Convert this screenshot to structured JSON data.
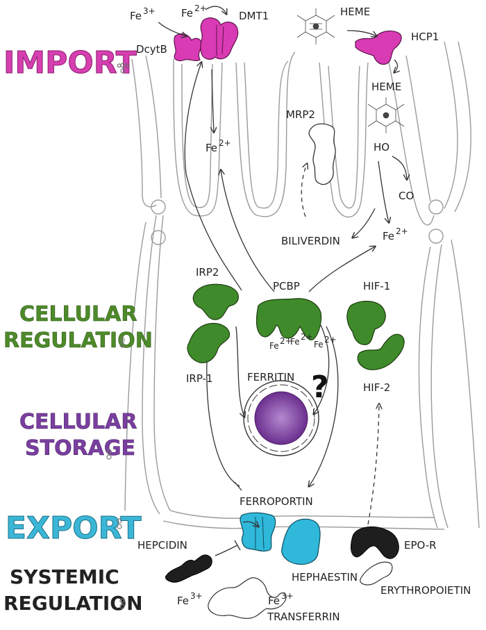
{
  "colors": {
    "import": "#d53fb0",
    "regulation": "#4e8a2a",
    "storage": "#7a3fa0",
    "export": "#3cb6d6",
    "systemic": "#222222",
    "protein_magenta": "#d93bb4",
    "protein_green": "#3f8a2a",
    "protein_cyan": "#2fb8da",
    "ferritin_core": "#7a3a9a",
    "black_protein": "#1e1e1e"
  },
  "sections": {
    "import": "IMPORT",
    "regulation_line1": "CELLULAR",
    "regulation_line2": "REGULATION",
    "storage_line1": "CELLULAR",
    "storage_line2": "STORAGE",
    "export": "EXPORT",
    "systemic_line1": "SYSTEMIC",
    "systemic_line2": "REGULATION"
  },
  "labels": {
    "fe3_top": "Fe",
    "fe3_top_sup": "3+",
    "fe2_top": "Fe",
    "fe2_top_sup": "2+",
    "dmt1": "DMT1",
    "dcytb": "DcytB",
    "heme_top": "HEME",
    "hcp1": "HCP1",
    "heme_mid": "HEME",
    "fe2_left": "Fe",
    "fe2_left_sup": "2+",
    "mrp2": "MRP2",
    "ho": "HO",
    "co": "CO",
    "biliverdin": "BILIVERDIN",
    "fe2_right": "Fe",
    "fe2_right_sup": "2+",
    "irp2": "IRP2",
    "pcbp": "PCBP",
    "hif1": "HIF-1",
    "pcbp_fe1": "Fe",
    "pcbp_fe2": "Fe",
    "pcbp_fe3": "Fe",
    "pcbp_fe_sup": "2+",
    "irp1": "IRP-1",
    "ferritin": "FERRITIN",
    "question": "?",
    "hif2": "HIF-2",
    "ferroportin": "FERROPORTIN",
    "hepcidin": "HEPCIDIN",
    "epor": "EPO-R",
    "hephaestin": "HEPHAESTIN",
    "erythropoietin": "ERYTHROPOIETIN",
    "fe3_bottom_left": "Fe",
    "fe3_bottom_left_sup": "3+",
    "fe3_bottom_right": "Fe",
    "fe3_bottom_right_sup": "3+",
    "transferrin": "TRANSFERRIN"
  }
}
